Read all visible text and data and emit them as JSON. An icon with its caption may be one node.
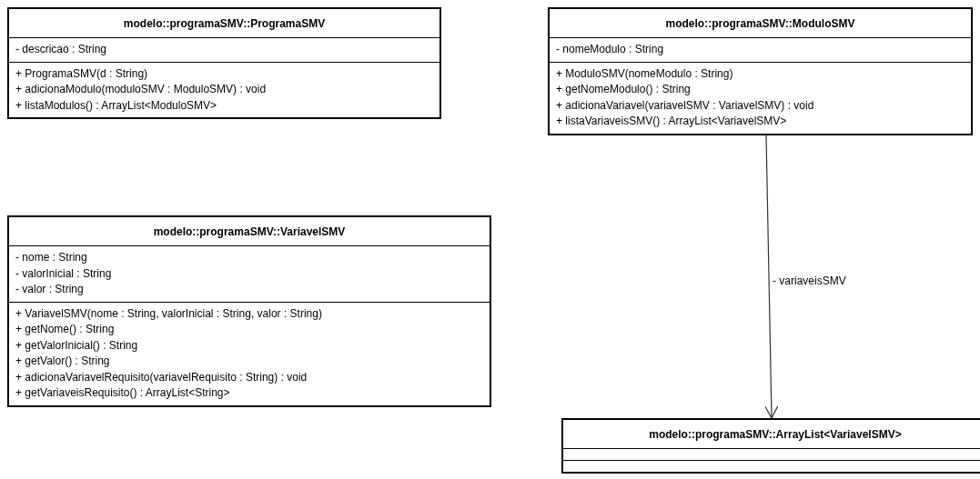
{
  "diagram": {
    "nodes": [
      {
        "text": [
          "modelo::programaSMV::ProgramaSMV",
          "- descricao : String",
          "+ ProgramaSMV(d : String)",
          "+ adicionaModulo(moduloSMV : ModuloSMV) : void",
          "+ listaModulos() : ArrayList<ModuloSMV>"
        ]
      },
      {
        "text": [
          "modelo::programaSMV::ModuloSMV",
          "- nomeModulo : String",
          "+ ModuloSMV(nomeModulo : String)",
          "+ getNomeModulo() : String",
          "+ adicionaVariavel(variavelSMV : VariavelSMV) : void",
          "+ listaVariaveisSMV() : ArrayList<VariavelSMV>"
        ]
      },
      {
        "text": [
          "modelo::programaSMV::VariavelSMV",
          "- nome : String",
          "- valorInicial : String",
          "- valor : String",
          "+ VariavelSMV(nome : String, valorInicial : String, valor : String)",
          "+ getNome() : String",
          "+ getValorInicial() : String",
          "+ getValor() : String",
          "+ adicionaVariavelRequisito(variavelRequisito : String) : void",
          "+ getVariaveisRequisito() : ArrayList<String>"
        ]
      },
      {
        "text": [
          "modelo::programaSMV::ArrayList<VariavelSMV>"
        ]
      }
    ],
    "edges": [
      {
        "from": 1,
        "to": 3,
        "arrow": "to",
        "label": "- variaveisSMV"
      }
    ]
  }
}
